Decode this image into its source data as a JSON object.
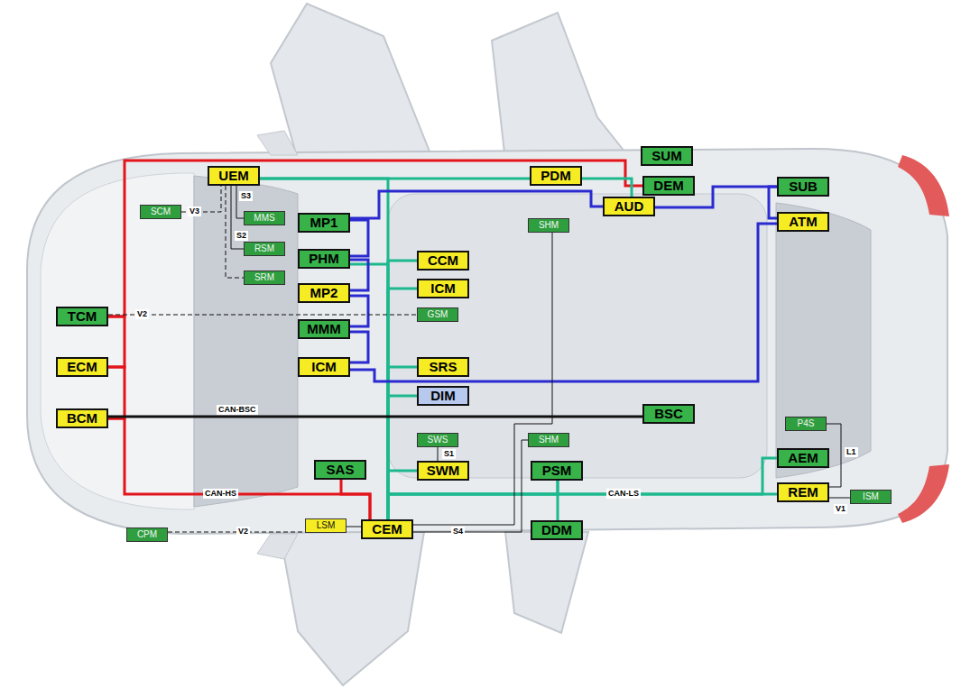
{
  "diagram": {
    "nodes": [
      {
        "text": [
          "UEM"
        ]
      },
      {
        "text": [
          "SCM"
        ]
      },
      {
        "text": [
          "MMS"
        ]
      },
      {
        "text": [
          "RSM"
        ]
      },
      {
        "text": [
          "SRM"
        ]
      },
      {
        "text": [
          "MP1"
        ]
      },
      {
        "text": [
          "PHM"
        ]
      },
      {
        "text": [
          "MP2"
        ]
      },
      {
        "text": [
          "MMM"
        ]
      },
      {
        "text": [
          "ICM"
        ]
      },
      {
        "text": [
          "TCM"
        ]
      },
      {
        "text": [
          "ECM"
        ]
      },
      {
        "text": [
          "BCM"
        ]
      },
      {
        "text": [
          "CCM"
        ]
      },
      {
        "text": [
          "ICM"
        ]
      },
      {
        "text": [
          "GSM"
        ]
      },
      {
        "text": [
          "SRS"
        ]
      },
      {
        "text": [
          "DIM"
        ]
      },
      {
        "text": [
          "PDM"
        ]
      },
      {
        "text": [
          "SUM"
        ]
      },
      {
        "text": [
          "DEM"
        ]
      },
      {
        "text": [
          "AUD"
        ]
      },
      {
        "text": [
          "SHM"
        ]
      },
      {
        "text": [
          "SUB"
        ]
      },
      {
        "text": [
          "ATM"
        ]
      },
      {
        "text": [
          "BSC"
        ]
      },
      {
        "text": [
          "P4S"
        ]
      },
      {
        "text": [
          "SWS"
        ]
      },
      {
        "text": [
          "SWM"
        ]
      },
      {
        "text": [
          "SHM"
        ]
      },
      {
        "text": [
          "SAS"
        ]
      },
      {
        "text": [
          "PSM"
        ]
      },
      {
        "text": [
          "AEM"
        ]
      },
      {
        "text": [
          "REM"
        ]
      },
      {
        "text": [
          "ISM"
        ]
      },
      {
        "text": [
          "LSM"
        ]
      },
      {
        "text": [
          "CEM"
        ]
      },
      {
        "text": [
          "DDM"
        ]
      },
      {
        "text": [
          "CPM"
        ]
      }
    ],
    "edges": [
      {
        "from": 10,
        "to": 11,
        "arrow": "none"
      },
      {
        "from": 11,
        "to": 12,
        "arrow": "none"
      },
      {
        "from": 12,
        "to": 36,
        "label": "CAN-HS",
        "arrow": "none"
      },
      {
        "from": 30,
        "to": 36,
        "arrow": "none"
      },
      {
        "from": 10,
        "to": 20,
        "arrow": "none"
      },
      {
        "from": 0,
        "to": 18,
        "arrow": "none"
      },
      {
        "from": 18,
        "to": 21,
        "arrow": "none"
      },
      {
        "from": 36,
        "to": 0,
        "arrow": "none"
      },
      {
        "from": 36,
        "to": 6,
        "arrow": "none"
      },
      {
        "from": 36,
        "to": 13,
        "arrow": "none"
      },
      {
        "from": 36,
        "to": 14,
        "arrow": "none"
      },
      {
        "from": 36,
        "to": 16,
        "arrow": "none"
      },
      {
        "from": 36,
        "to": 17,
        "arrow": "none"
      },
      {
        "from": 36,
        "to": 28,
        "arrow": "none"
      },
      {
        "from": 36,
        "to": 31,
        "arrow": "none"
      },
      {
        "from": 36,
        "to": 32,
        "label": "CAN-LS",
        "arrow": "none"
      },
      {
        "from": 36,
        "to": 33,
        "arrow": "none"
      },
      {
        "from": 31,
        "to": 37,
        "arrow": "none"
      },
      {
        "from": 21,
        "to": 5,
        "arrow": "none"
      },
      {
        "from": 5,
        "to": 6,
        "arrow": "none"
      },
      {
        "from": 6,
        "to": 7,
        "arrow": "none"
      },
      {
        "from": 7,
        "to": 8,
        "arrow": "none"
      },
      {
        "from": 8,
        "to": 9,
        "arrow": "none"
      },
      {
        "from": 9,
        "to": 24,
        "arrow": "none"
      },
      {
        "from": 24,
        "to": 23,
        "arrow": "none"
      },
      {
        "from": 23,
        "to": 21,
        "arrow": "none"
      },
      {
        "from": 12,
        "to": 25,
        "label": "CAN-BSC",
        "arrow": "none"
      },
      {
        "from": 1,
        "to": 0,
        "label": "V3",
        "arrow": "none"
      },
      {
        "from": 0,
        "to": 2,
        "label": "S3",
        "arrow": "none"
      },
      {
        "from": 0,
        "to": 3,
        "label": "S2",
        "arrow": "none"
      },
      {
        "from": 0,
        "to": 4,
        "arrow": "none"
      },
      {
        "from": 10,
        "to": 15,
        "label": "V2",
        "arrow": "none"
      },
      {
        "from": 27,
        "to": 28,
        "label": "S1",
        "arrow": "none"
      },
      {
        "from": 22,
        "to": 36,
        "arrow": "none"
      },
      {
        "from": 29,
        "to": 36,
        "label": "S4",
        "arrow": "none"
      },
      {
        "from": 26,
        "to": 33,
        "label": "L1",
        "arrow": "none"
      },
      {
        "from": 33,
        "to": 34,
        "label": "V1",
        "arrow": "none"
      },
      {
        "from": 36,
        "to": 35,
        "arrow": "none"
      },
      {
        "from": 38,
        "to": 35,
        "label": "V2",
        "arrow": "none"
      }
    ]
  }
}
